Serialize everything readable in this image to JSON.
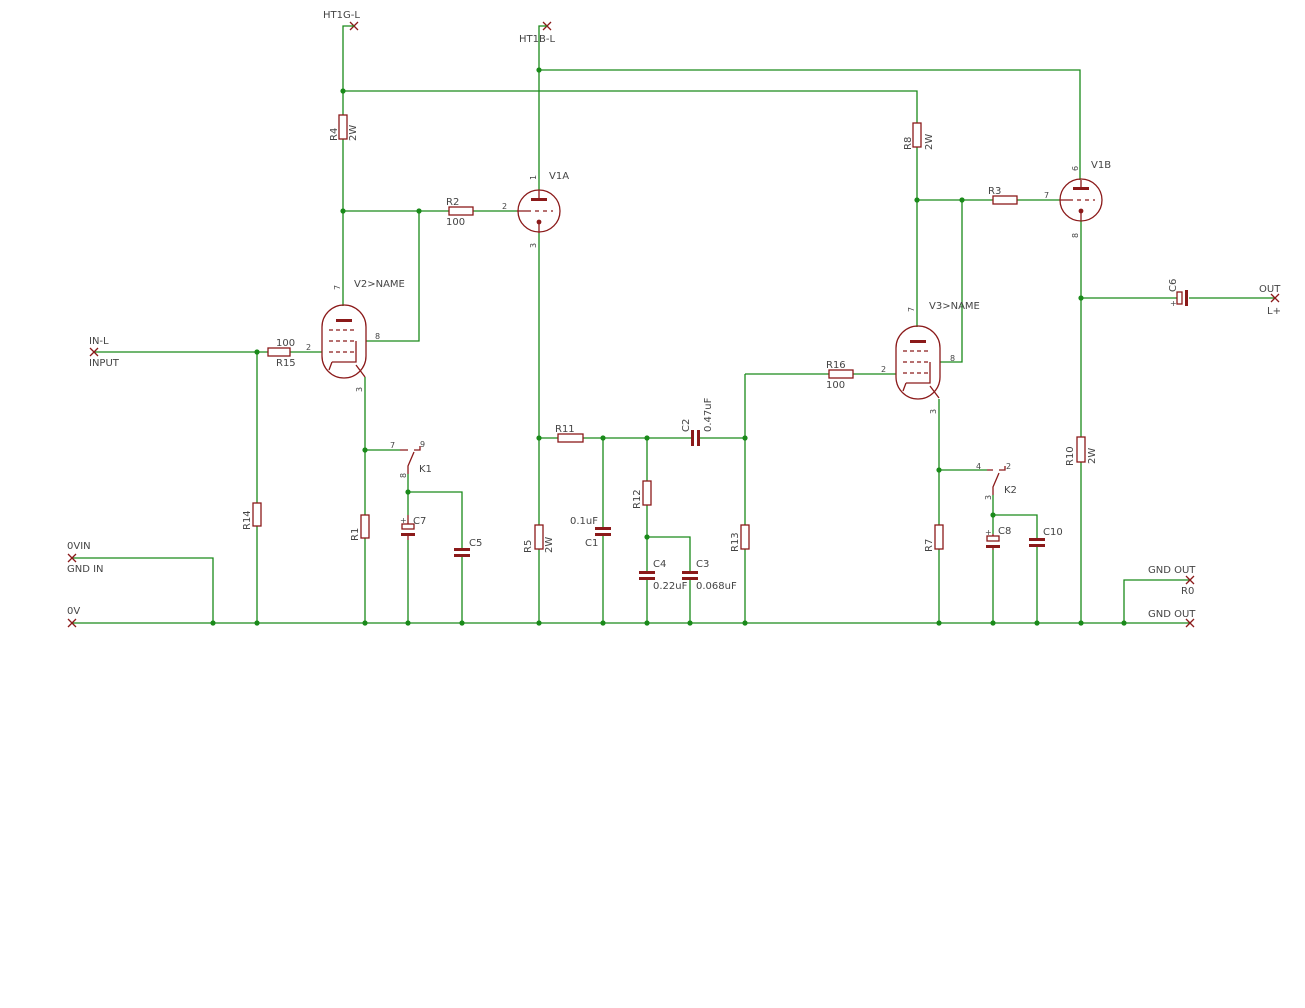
{
  "nets": {
    "ht1g": "HT1G-L",
    "ht1b": "HT1B-L",
    "in_l": "IN-L",
    "input": "INPUT",
    "ovin": "0VIN",
    "gnd_in": "GND IN",
    "ov": "0V",
    "out": "OUT",
    "l_plus": "L+",
    "gnd_out_1": "GND OUT",
    "r0": "R0",
    "gnd_out_2": "GND OUT"
  },
  "parts": {
    "R4": {
      "name": "R4",
      "value": "2W"
    },
    "R2": {
      "name": "R2",
      "value": "100"
    },
    "V1A": {
      "name": "V1A",
      "pins": [
        "1",
        "2",
        "3"
      ]
    },
    "V2": {
      "name": "V2>NAME",
      "pins": [
        "7",
        "2",
        "8",
        "3"
      ]
    },
    "R15": {
      "name": "R15",
      "value": "100"
    },
    "R14": {
      "name": "R14"
    },
    "R1": {
      "name": "R1"
    },
    "K1": {
      "name": "K1",
      "pins": [
        "7",
        "9",
        "8"
      ]
    },
    "C7": {
      "name": "C7"
    },
    "C5": {
      "name": "C5"
    },
    "R5": {
      "name": "R5",
      "value": "2W"
    },
    "R11": {
      "name": "R11"
    },
    "C1": {
      "name": "C1",
      "value": "0.1uF"
    },
    "R12": {
      "name": "R12"
    },
    "C4": {
      "name": "C4",
      "value": "0.22uF"
    },
    "C3": {
      "name": "C3",
      "value": "0.068uF"
    },
    "C2": {
      "name": "C2",
      "value": "0.47uF"
    },
    "R13": {
      "name": "R13"
    },
    "R16": {
      "name": "R16",
      "value": "100"
    },
    "V3": {
      "name": "V3>NAME",
      "pins": [
        "7",
        "2",
        "8",
        "3"
      ]
    },
    "R8": {
      "name": "R8",
      "value": "2W"
    },
    "R3": {
      "name": "R3"
    },
    "V1B": {
      "name": "V1B",
      "pins": [
        "6",
        "7",
        "8"
      ]
    },
    "C6": {
      "name": "C6"
    },
    "R10": {
      "name": "R10",
      "value": "2W"
    },
    "R7": {
      "name": "R7"
    },
    "K2": {
      "name": "K2",
      "pins": [
        "4",
        "2",
        "3"
      ]
    },
    "C8": {
      "name": "C8"
    },
    "C10": {
      "name": "C10"
    }
  },
  "colors": {
    "wire": "#1a8a1a",
    "component": "#8b1a1a",
    "text": "#444444"
  }
}
